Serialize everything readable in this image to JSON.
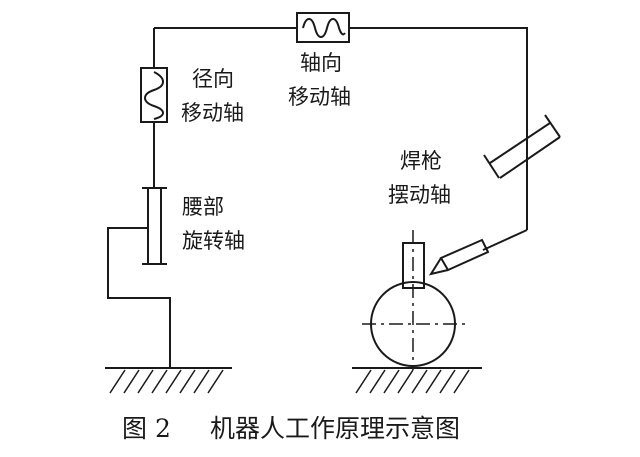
{
  "labels": {
    "radial_axis_1": "径向",
    "radial_axis_2": "移动轴",
    "axial_axis_1": "轴向",
    "axial_axis_2": "移动轴",
    "waist_axis_1": "腰部",
    "waist_axis_2": "旋转轴",
    "torch_axis_1": "焊枪",
    "torch_axis_2": "摆动轴"
  },
  "caption": {
    "figure_number": "图 2",
    "title": "机器人工作原理示意图"
  },
  "colors": {
    "line": "#1a1a1a",
    "background": "#ffffff"
  }
}
